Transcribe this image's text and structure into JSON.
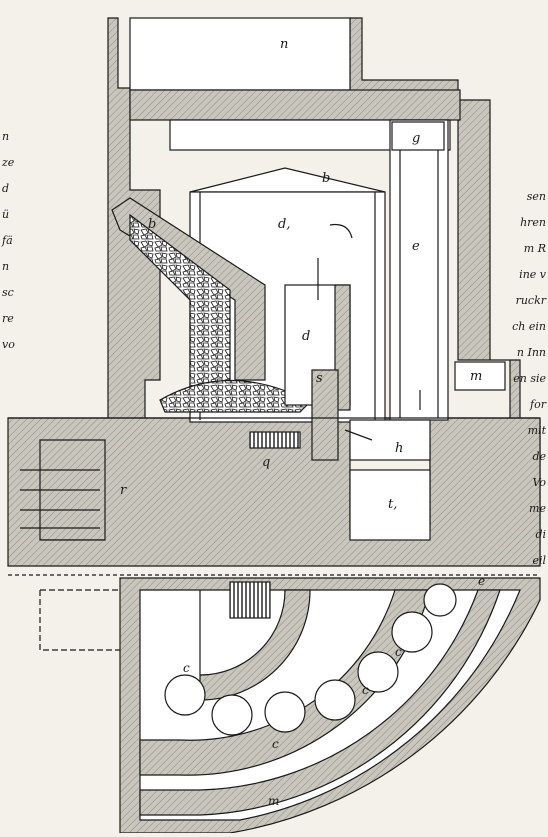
{
  "colors": {
    "paper": "#f3f1ea",
    "ink": "#1a1a1a",
    "masonry": "#c9c6bd",
    "fill_stone": "#ffffff"
  },
  "labels": {
    "n": "n",
    "g": "g",
    "b_top": "b",
    "d1": "d,",
    "e": "e",
    "b_hopper": "b",
    "d": "d",
    "m": "m",
    "s": "s",
    "r": "r",
    "h": "h",
    "t1": "t,",
    "q": "q",
    "e_plan": "e",
    "m_plan": "m",
    "c1": "c",
    "c2": "c",
    "c3": "c",
    "c4": "c"
  },
  "page_text": {
    "left_edge_fragments": [
      "n",
      "ze",
      "d",
      "ü",
      "fä",
      "n",
      "sc",
      "re",
      "vo"
    ],
    "right_edge_fragments": [
      "sen",
      "hren",
      "m R",
      "ine v",
      "ruckr",
      "ch ein",
      "n Inn",
      "en sie",
      "for",
      "mit",
      "de",
      "Vo",
      "me",
      "di",
      "eil"
    ]
  }
}
